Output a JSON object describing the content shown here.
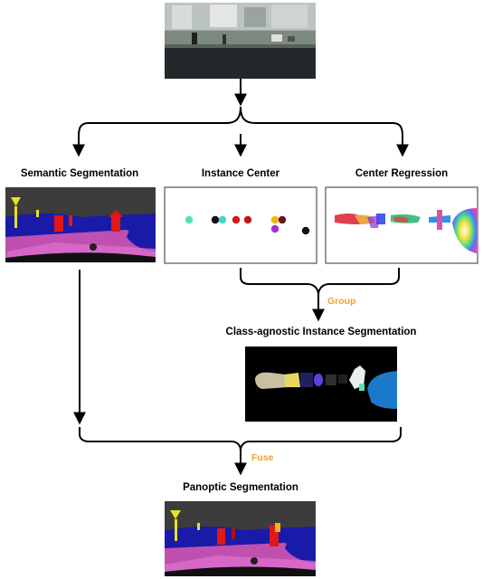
{
  "nodes": {
    "semantic": "Semantic Segmentation",
    "instance_center": "Instance Center",
    "center_regression": "Center Regression",
    "class_agnostic": "Class-agnostic Instance Segmentation",
    "panoptic": "Panoptic Segmentation"
  },
  "edges": {
    "group": "Group",
    "fuse": "Fuse"
  },
  "colors": {
    "arrow": "#000000",
    "edge_label": "#f0a030",
    "sky": "#3c3c3c",
    "road": "#c050b0",
    "car": "#1a1aa8",
    "pedestrian": "#e01818",
    "sign": "#e8e020"
  }
}
